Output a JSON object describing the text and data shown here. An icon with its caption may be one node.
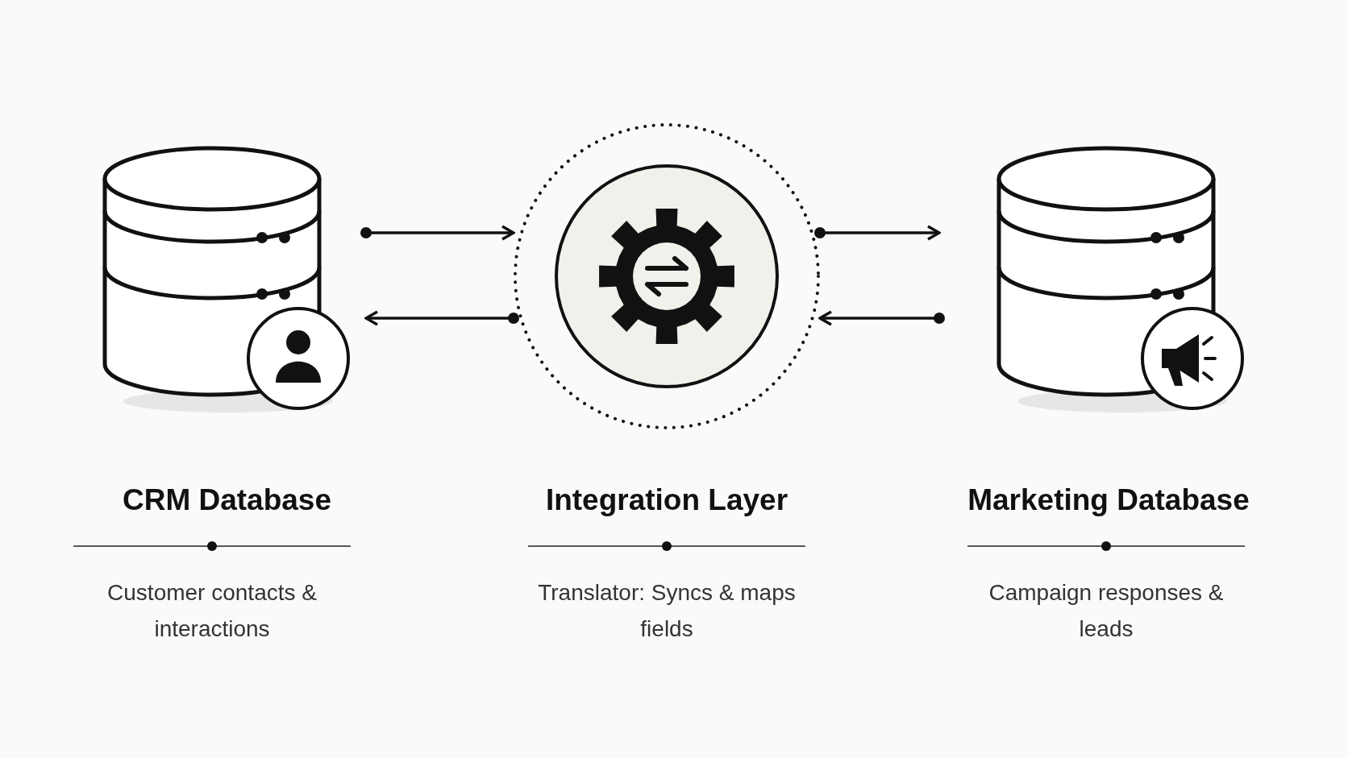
{
  "diagram": {
    "nodes": [
      {
        "text": [
          "CRM Database",
          "Customer contacts & interactions"
        ]
      },
      {
        "text": [
          "Integration Layer",
          "Translator: Syncs & maps fields"
        ]
      },
      {
        "text": [
          "Marketing Database",
          "Campaign responses & leads"
        ]
      }
    ],
    "edges": [
      {
        "from": 0,
        "to": 1,
        "arrow": "to"
      },
      {
        "from": 1,
        "to": 0,
        "arrow": "to"
      },
      {
        "from": 1,
        "to": 2,
        "arrow": "to"
      },
      {
        "from": 2,
        "to": 1,
        "arrow": "to"
      }
    ]
  }
}
